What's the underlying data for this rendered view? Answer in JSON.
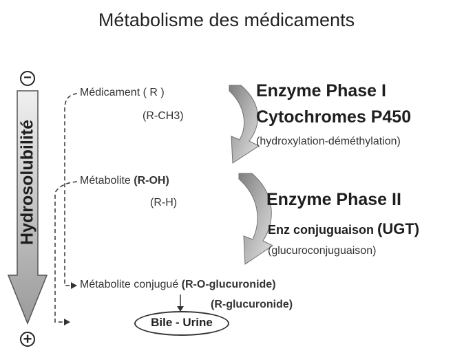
{
  "title": "Métabolisme des médicaments",
  "axis": {
    "label": "Hydrosolubilité",
    "top_sign": "⊖",
    "bottom_sign": "⊕",
    "arrow_color": "#bdbdbd"
  },
  "compounds": {
    "drug": {
      "label": "Médicament ( R )",
      "formula": "(R-CH3)"
    },
    "metabolite": {
      "prefix": "Métabolite ",
      "bold": "(R-OH)",
      "formula": "(R-H)"
    },
    "conjugate": {
      "prefix": "Métabolite conjugué ",
      "bold": "(R-O-glucuronide)",
      "formula": "(R-glucuronide)"
    }
  },
  "phase1": {
    "title": "Enzyme Phase I",
    "subtitle": "Cytochromes P450",
    "note": "(hydroxylation-déméthylation)"
  },
  "phase2": {
    "title": "Enzyme Phase II",
    "subtitle_prefix": "Enz conjuguaison ",
    "subtitle_bold": "(UGT)",
    "note": "(glucuroconjuguaison)"
  },
  "excretion": {
    "label": "Bile - Urine"
  },
  "colors": {
    "curved_arrow_dark": "#8c8c8c",
    "curved_arrow_light": "#d4d4d4"
  }
}
